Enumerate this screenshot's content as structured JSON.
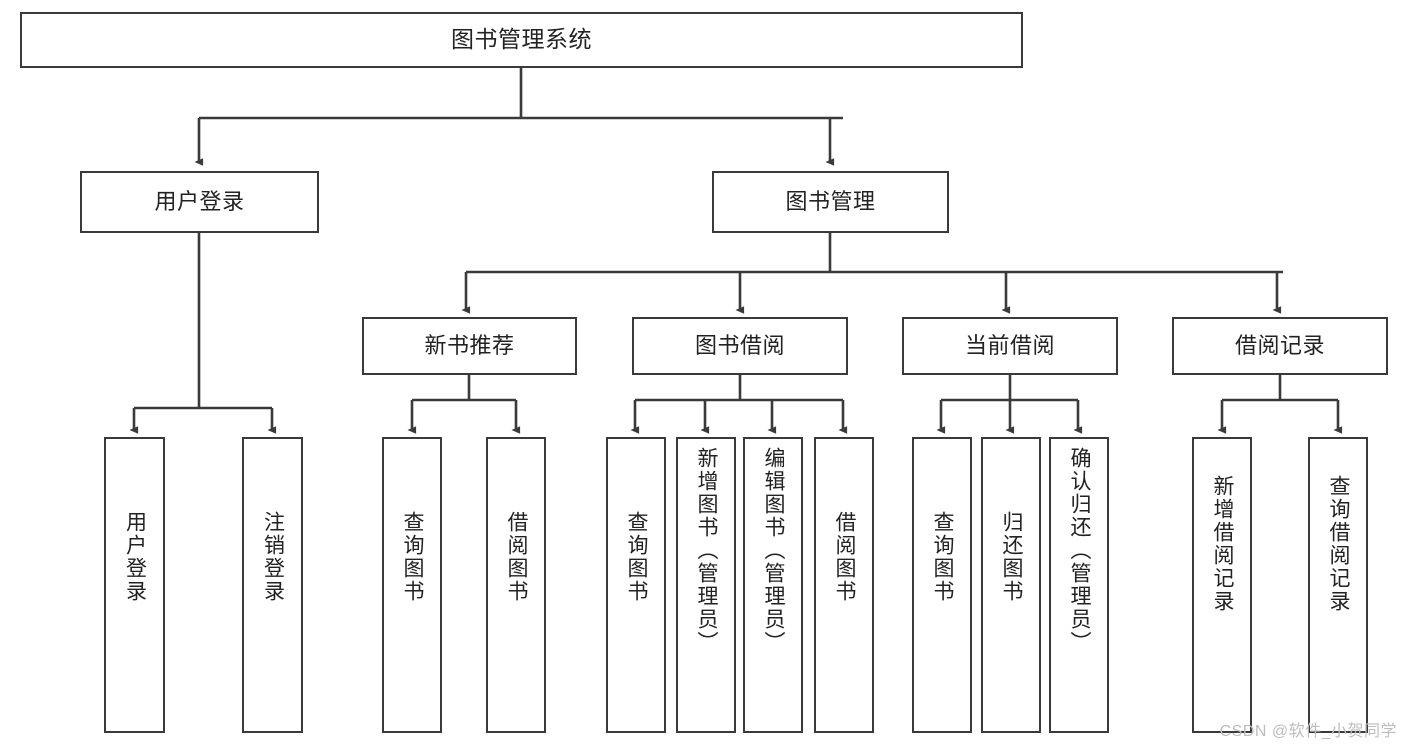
{
  "diagram": {
    "title": "图书管理系统",
    "type": "tree",
    "stroke_color": "#3a3a3a",
    "text_color": "#222222",
    "background_color": "#ffffff"
  },
  "nodes": {
    "root": {
      "label": "图书管理系统"
    },
    "level2": [
      {
        "id": "user-login",
        "label": "用户登录"
      },
      {
        "id": "book-manage",
        "label": "图书管理"
      }
    ],
    "level3": [
      {
        "id": "new-book-recommend",
        "label": "新书推荐"
      },
      {
        "id": "book-borrow",
        "label": "图书借阅"
      },
      {
        "id": "current-borrow",
        "label": "当前借阅"
      },
      {
        "id": "borrow-record",
        "label": "借阅记录"
      }
    ],
    "leaves": [
      {
        "id": "leaf-user-login",
        "label": "用户登录",
        "parent": "user-login"
      },
      {
        "id": "leaf-user-logout",
        "label": "注销登录",
        "parent": "user-login"
      },
      {
        "id": "leaf-query-book-1",
        "label": "查询图书",
        "parent": "new-book-recommend"
      },
      {
        "id": "leaf-borrow-book-1",
        "label": "借阅图书",
        "parent": "new-book-recommend"
      },
      {
        "id": "leaf-query-book-2",
        "label": "查询图书",
        "parent": "book-borrow"
      },
      {
        "id": "leaf-add-book",
        "label": "新增图书（管理员）",
        "parent": "book-borrow"
      },
      {
        "id": "leaf-edit-book",
        "label": "编辑图书（管理员）",
        "parent": "book-borrow"
      },
      {
        "id": "leaf-borrow-book-2",
        "label": "借阅图书",
        "parent": "book-borrow"
      },
      {
        "id": "leaf-query-book-3",
        "label": "查询图书",
        "parent": "current-borrow"
      },
      {
        "id": "leaf-return-book",
        "label": "归还图书",
        "parent": "current-borrow"
      },
      {
        "id": "leaf-confirm-return",
        "label": "确认归还（管理员）",
        "parent": "current-borrow"
      },
      {
        "id": "leaf-add-record",
        "label": "新增借阅记录",
        "parent": "borrow-record"
      },
      {
        "id": "leaf-query-record",
        "label": "查询借阅记录",
        "parent": "borrow-record"
      }
    ]
  },
  "watermark": {
    "text": "CSDN @软件_小贺同学"
  }
}
